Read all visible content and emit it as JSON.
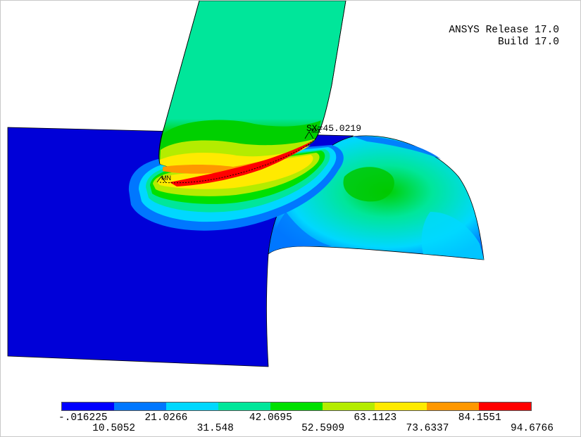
{
  "header": {
    "release": "ANSYS Release 17.0",
    "build": "Build 17.0"
  },
  "annotations": {
    "probe_value": "SX=45.0219",
    "min_label": "MN",
    "max_label": "MX"
  },
  "legend": {
    "colors": [
      "#0000ff",
      "#0077ff",
      "#00d8ff",
      "#00e69a",
      "#00e000",
      "#b4ec00",
      "#ffea00",
      "#ff9800",
      "#ff0000"
    ],
    "labels_top": [
      "-.016225",
      "21.0266",
      "42.0695",
      "63.1123",
      "84.1551"
    ],
    "labels_bottom": [
      "10.5052",
      "31.548",
      "52.5909",
      "73.6337",
      "94.6766"
    ]
  }
}
